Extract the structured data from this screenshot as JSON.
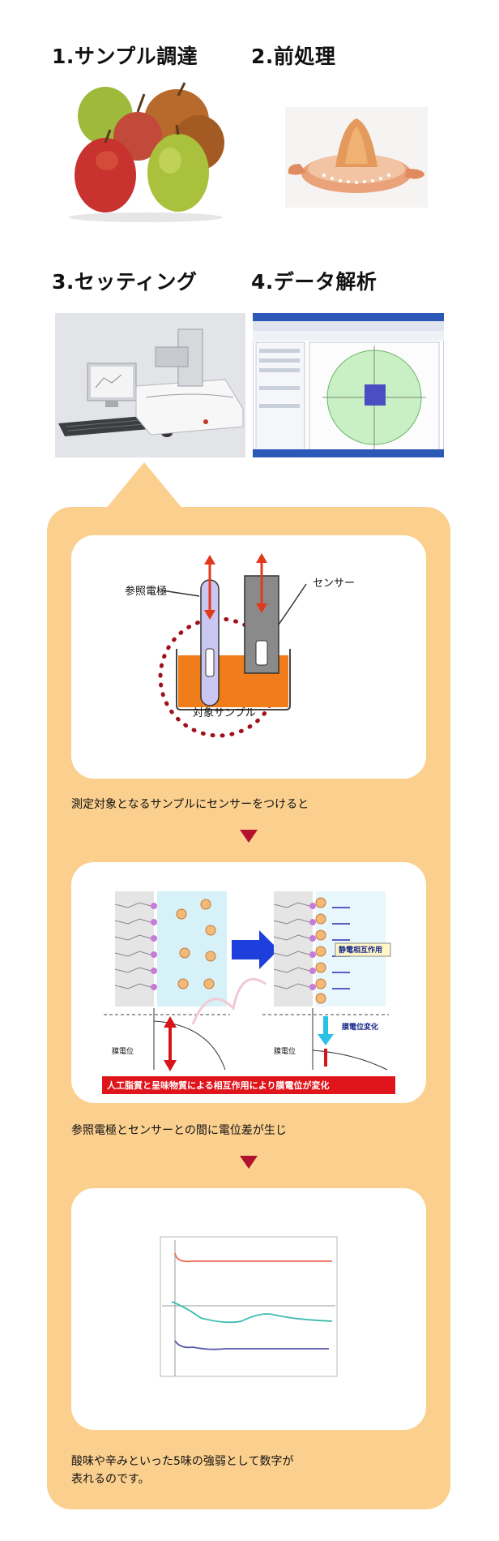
{
  "steps": [
    {
      "label": "1.サンプル調達"
    },
    {
      "label": "2.前処理"
    },
    {
      "label": "3.セッティング"
    },
    {
      "label": "4.データ解析"
    }
  ],
  "diagram1": {
    "reference_label": "参照電極",
    "sensor_label": "センサー",
    "sample_label": "対象サンプル"
  },
  "captions": {
    "c1": "測定対象となるサンプルにセンサーをつけると",
    "c2": "参照電極とセンサーとの間に電位差が生じ",
    "c3_line1": "酸味や辛みといった5味の強弱として数字が",
    "c3_line2": "表れるのです。"
  },
  "diagram2": {
    "interaction_label": "静電相互作用",
    "potential_change_label": "膜電位変化",
    "membrane_potential_left": "膜電位",
    "membrane_potential_right": "膜電位",
    "banner": "人工脂質と呈味物質による相互作用により膜電位が変化"
  },
  "colors": {
    "panel": "#fbd08f",
    "arrow": "#b3122c",
    "banner": "#e0151b"
  }
}
